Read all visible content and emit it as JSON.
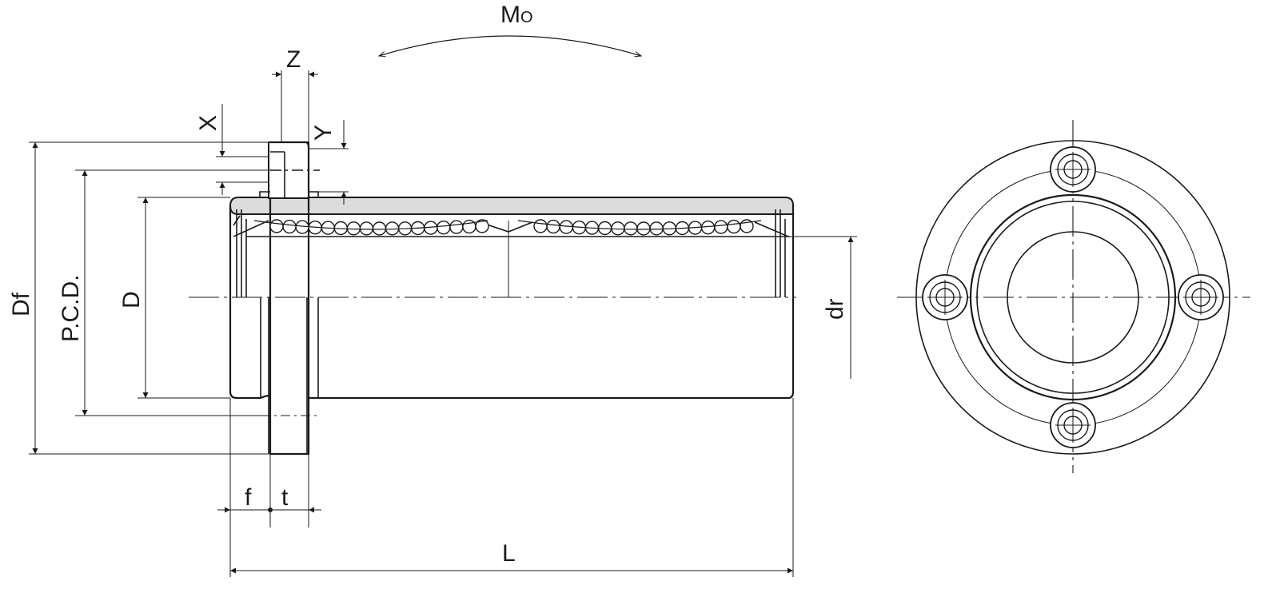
{
  "labels": {
    "moment_main": "M",
    "moment_sub": "O",
    "Z": "Z",
    "X": "X",
    "Y": "Y",
    "Df": "Df",
    "PCD": "P.C.D.",
    "D": "D",
    "dr": "dr",
    "f": "f",
    "t": "t",
    "L": "L"
  },
  "colors": {
    "line": "#1a1a1a",
    "sleeve_fill": "#dcdcdc",
    "ball_fill": "#ffffff"
  }
}
